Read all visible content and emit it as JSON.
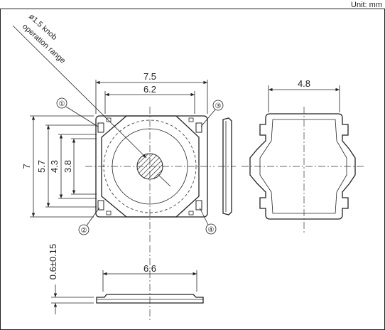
{
  "unit_label": "Unit: mm",
  "knob_note": [
    "ø1.5 knob",
    "operation range"
  ],
  "dimensions": {
    "top_outer": "7.5",
    "top_inner": "6.2",
    "side_width": "4.8",
    "overall_height": "7",
    "dim_57": "5.7",
    "dim_43": "4.3",
    "dim_38": "3.8",
    "bottom_width": "6.6",
    "thickness": "0.6±0.15"
  },
  "terminals": [
    "①",
    "②",
    "③",
    "④"
  ]
}
